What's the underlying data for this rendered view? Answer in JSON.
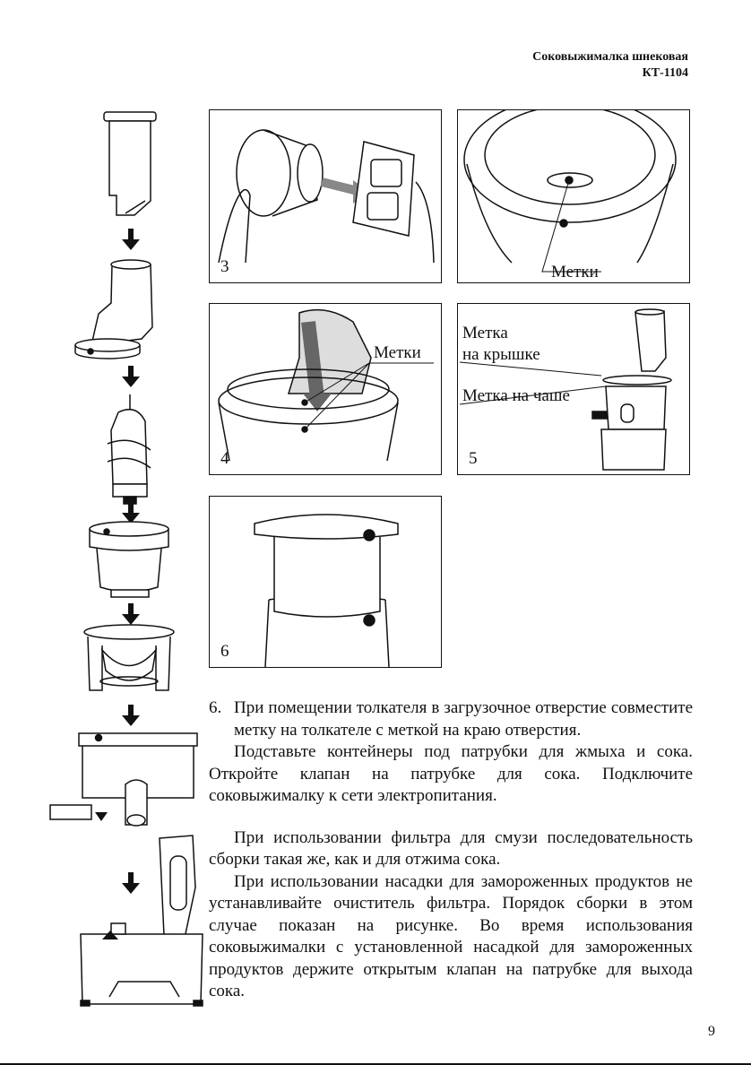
{
  "header": {
    "line1": "Соковыжималка шнековая",
    "line2": "КТ-1104"
  },
  "figures": [
    {
      "num": "3",
      "callouts": []
    },
    {
      "num": "",
      "callouts": [
        "Метки"
      ]
    },
    {
      "num": "4",
      "callouts": [
        "Метки"
      ]
    },
    {
      "num": "5",
      "callouts": [
        "Метка",
        "на крышке",
        "Метка на чаше"
      ]
    },
    {
      "num": "6",
      "callouts": []
    }
  ],
  "body": {
    "p1_num": "6.",
    "p1": "При помещении толкателя в загрузочное отверстие совместите метку на толкателе с меткой на краю отверстия.",
    "p2": "Подставьте контейнеры под патрубки для жмыха и сока. Откройте клапан на патрубке для сока. Подключите соковыжималку к сети электропитания.",
    "p3": "При использовании фильтра для смузи последовательность сборки такая же, как и для отжима сока.",
    "p4": "При использовании насадки для замороженных продуктов не устанавливайте очиститель фильтра. Порядок сборки в этом случае показан на рисунке. Во время использования соковыжималки с установленной насадкой для замороженных продуктов держите открытым клапан на патрубке для выхода сока."
  },
  "page_number": "9"
}
